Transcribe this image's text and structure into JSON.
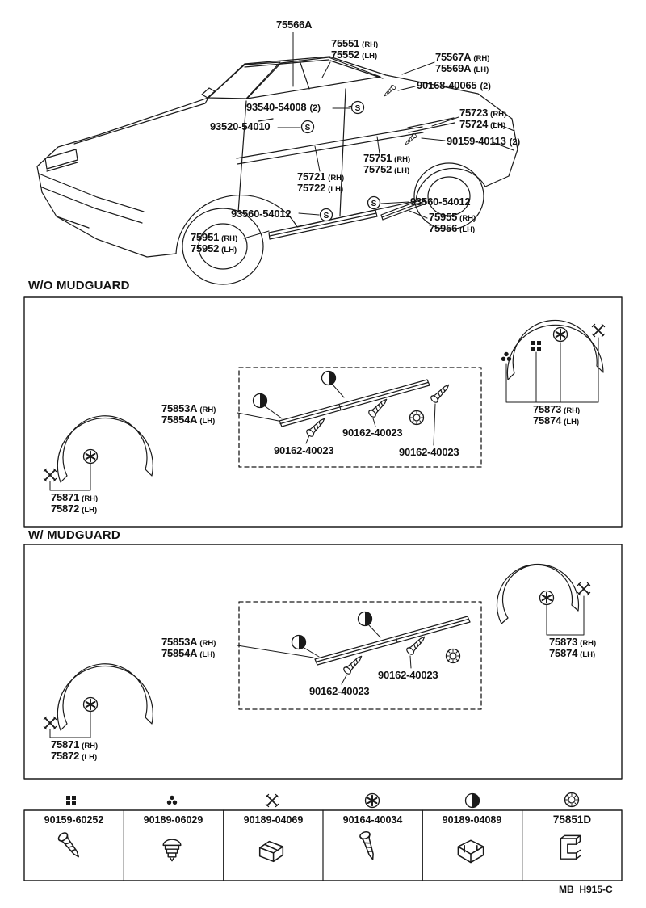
{
  "icons": {
    "circled_s": "S"
  },
  "car": {
    "c75566A": {
      "part": "75566A"
    },
    "c75551": {
      "part": "75551",
      "suffix": "(RH)"
    },
    "c75552": {
      "part": "75552",
      "suffix": "(LH)"
    },
    "c75567A": {
      "part": "75567A",
      "suffix": "(RH)"
    },
    "c75569A": {
      "part": "75569A",
      "suffix": "(LH)"
    },
    "c90168": {
      "part": "90168-40065",
      "qty": "(2)"
    },
    "c93540": {
      "part": "93540-54008",
      "qty": "(2)"
    },
    "c93520": {
      "part": "93520-54010"
    },
    "c75723": {
      "part": "75723",
      "suffix": "(RH)"
    },
    "c75724": {
      "part": "75724",
      "suffix": "(LH)"
    },
    "c90159": {
      "part": "90159-40113",
      "qty": "(2)"
    },
    "c75751": {
      "part": "75751",
      "suffix": "(RH)"
    },
    "c75752": {
      "part": "75752",
      "suffix": "(LH)"
    },
    "c75721": {
      "part": "75721",
      "suffix": "(RH)"
    },
    "c75722": {
      "part": "75722",
      "suffix": "(LH)"
    },
    "c93560_right": {
      "part": "93560-54012"
    },
    "c93560_left": {
      "part": "93560-54012"
    },
    "c75955": {
      "part": "75955",
      "suffix": "(RH)"
    },
    "c75956": {
      "part": "75956",
      "suffix": "(LH)"
    },
    "c75951": {
      "part": "75951",
      "suffix": "(RH)"
    },
    "c75952": {
      "part": "75952",
      "suffix": "(LH)"
    }
  },
  "wo_mudguard": {
    "title": "W/O MUDGUARD",
    "moulding_rh": {
      "part": "75853A",
      "suffix": "(RH)"
    },
    "moulding_lh": {
      "part": "75854A",
      "suffix": "(LH)"
    },
    "screw_a": {
      "part": "90162-40023"
    },
    "screw_b": {
      "part": "90162-40023"
    },
    "screw_c": {
      "part": "90162-40023"
    },
    "arch_rr_rh": {
      "part": "75873",
      "suffix": "(RH)"
    },
    "arch_rr_lh": {
      "part": "75874",
      "suffix": "(LH)"
    },
    "arch_fr_rh": {
      "part": "75871",
      "suffix": "(RH)"
    },
    "arch_fr_lh": {
      "part": "75872",
      "suffix": "(LH)"
    }
  },
  "w_mudguard": {
    "title": "W/ MUDGUARD",
    "moulding_rh": {
      "part": "75853A",
      "suffix": "(RH)"
    },
    "moulding_lh": {
      "part": "75854A",
      "suffix": "(LH)"
    },
    "screw_a": {
      "part": "90162-40023"
    },
    "screw_b": {
      "part": "90162-40023"
    },
    "arch_rr_rh": {
      "part": "75873",
      "suffix": "(RH)"
    },
    "arch_rr_lh": {
      "part": "75874",
      "suffix": "(LH)"
    },
    "arch_fr_rh": {
      "part": "75871",
      "suffix": "(RH)"
    },
    "arch_fr_lh": {
      "part": "75872",
      "suffix": "(LH)"
    }
  },
  "fastener_table": {
    "cells": [
      {
        "part": "90159-60252",
        "symbol": "checker-symbol"
      },
      {
        "part": "90189-06029",
        "symbol": "clover-symbol"
      },
      {
        "part": "90189-04069",
        "symbol": "cross-symbol"
      },
      {
        "part": "90164-40034",
        "symbol": "circled-asterisk-symbol"
      },
      {
        "part": "90189-04089",
        "symbol": "half-circle-symbol"
      },
      {
        "part": "75851D",
        "symbol": "grommet-symbol"
      }
    ]
  },
  "footer": {
    "code": "MB  H915-C"
  }
}
